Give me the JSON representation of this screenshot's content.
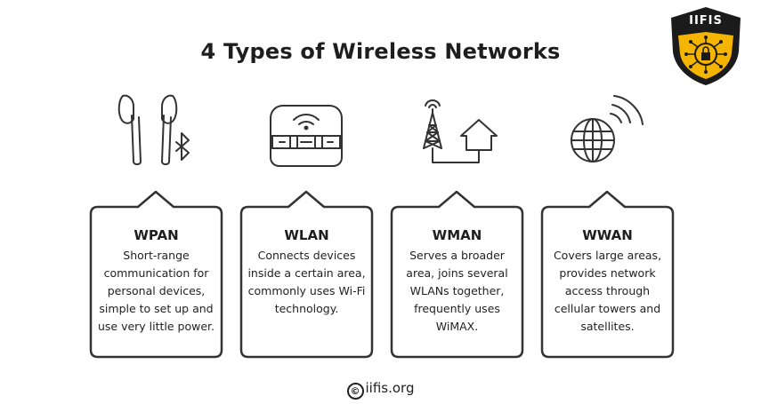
{
  "title": "4 Types of Wireless Networks",
  "logo": {
    "text": "IIFIS",
    "colors": {
      "outer": "#1b1b1b",
      "accent": "#f4b400"
    }
  },
  "cards": [
    {
      "title": "WPAN",
      "body": "Short-range communication for personal devices, simple to set up and use very little power.",
      "icon": "earbuds-bluetooth-icon"
    },
    {
      "title": "WLAN",
      "body": "Connects devices inside a certain area, commonly uses Wi-Fi technology.",
      "icon": "wifi-router-icon"
    },
    {
      "title": "WMAN",
      "body": "Serves a broader area, joins several WLANs together, frequently uses WiMAX.",
      "icon": "tower-house-icon"
    },
    {
      "title": "WWAN",
      "body": "Covers large areas, provides network access through cellular towers and satellites.",
      "icon": "globe-signal-icon"
    }
  ],
  "footer": {
    "symbol": "©",
    "text": "iifis.org"
  }
}
